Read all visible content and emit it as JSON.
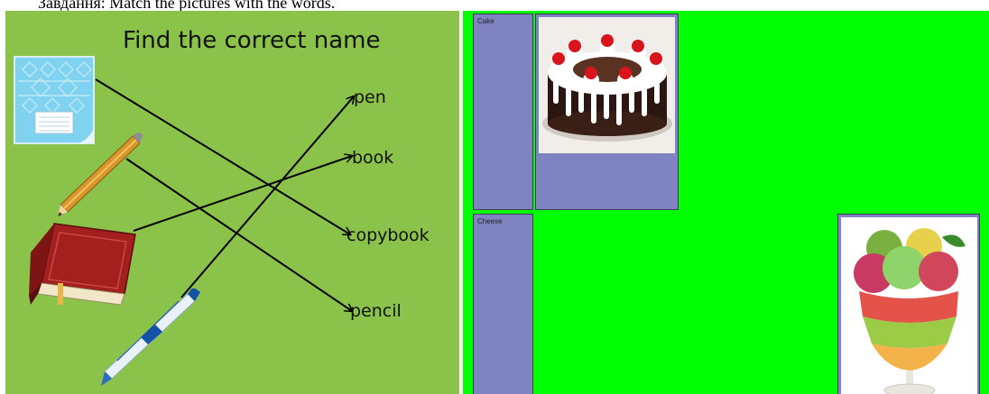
{
  "instruction": "Завдання: Match the pictures with the words.",
  "left_task": {
    "title": "Find the correct name",
    "words": [
      "pen",
      "book",
      "copybook",
      "pencil"
    ],
    "pictures": [
      "copybook-picture",
      "pencil-picture",
      "book-picture",
      "pen-picture"
    ]
  },
  "right_task": {
    "slots": [
      {
        "label": "Cake"
      },
      {
        "label": "Cheese"
      }
    ],
    "cards": [
      "cake-picture",
      "ice-cream-picture"
    ]
  },
  "colors": {
    "left_bg": "#8bc34a",
    "right_bg": "#00ff00",
    "slot": "#7f83c0",
    "line": "#000000"
  }
}
